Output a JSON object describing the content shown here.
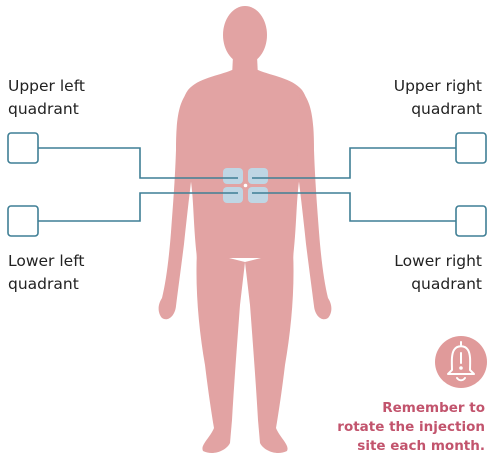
{
  "quadrants": {
    "upper_left": {
      "line1": "Upper left",
      "line2": "quadrant"
    },
    "upper_right": {
      "line1": "Upper right",
      "line2": "quadrant"
    },
    "lower_left": {
      "line1": "Lower left",
      "line2": "quadrant"
    },
    "lower_right": {
      "line1": "Lower right",
      "line2": "quadrant"
    }
  },
  "reminder": {
    "line1": "Remember to",
    "line2": "rotate the injection",
    "line3": "site each month."
  },
  "icons": {
    "reminder": "bell-alert-icon"
  },
  "colors": {
    "body": "#e2a3a3",
    "abdomen_patch": "#bfd6e4",
    "connector": "#3f7f95",
    "reminder_text": "#c2546d",
    "reminder_badge": "#e09a9a"
  }
}
